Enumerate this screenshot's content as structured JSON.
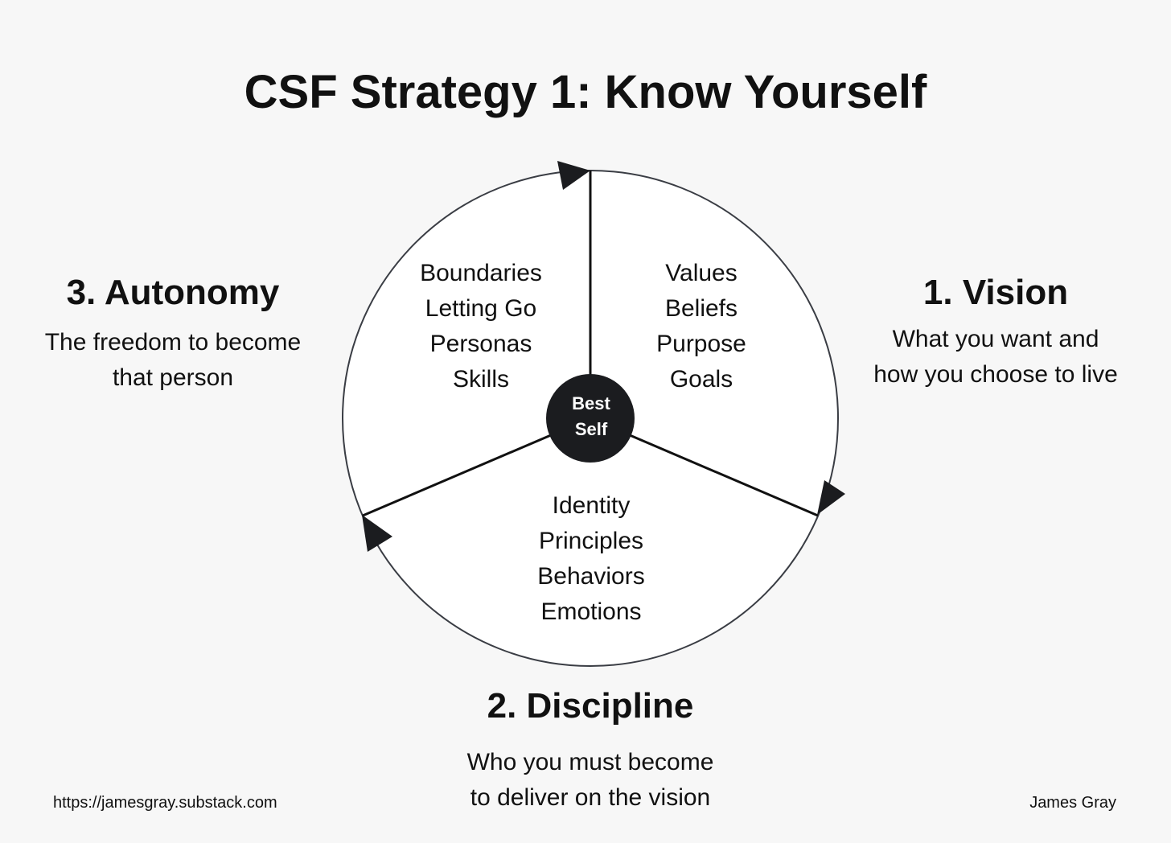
{
  "title": "CSF Strategy 1: Know Yourself",
  "hub": {
    "lines": [
      "Best",
      "Self"
    ]
  },
  "segments": {
    "vision": {
      "items": [
        "Values",
        "Beliefs",
        "Purpose",
        "Goals"
      ]
    },
    "autonomy": {
      "items": [
        "Boundaries",
        "Letting Go",
        "Personas",
        "Skills"
      ]
    },
    "discipline": {
      "items": [
        "Identity",
        "Principles",
        "Behaviors",
        "Emotions"
      ]
    }
  },
  "pillars": {
    "vision": {
      "heading": "1. Vision",
      "description": [
        "What you want and",
        "how you choose to live"
      ]
    },
    "discipline": {
      "heading": "2. Discipline",
      "description": [
        "Who you must become",
        "to deliver on the vision"
      ]
    },
    "autonomy": {
      "heading": "3. Autonomy",
      "description": [
        "The freedom to become",
        "that person"
      ]
    }
  },
  "footer": {
    "url": "https://jamesgray.substack.com",
    "author": "James Gray"
  },
  "colors": {
    "background": "#f7f7f7",
    "wheel_fill": "#ffffff",
    "ink": "#1b1c1f"
  }
}
